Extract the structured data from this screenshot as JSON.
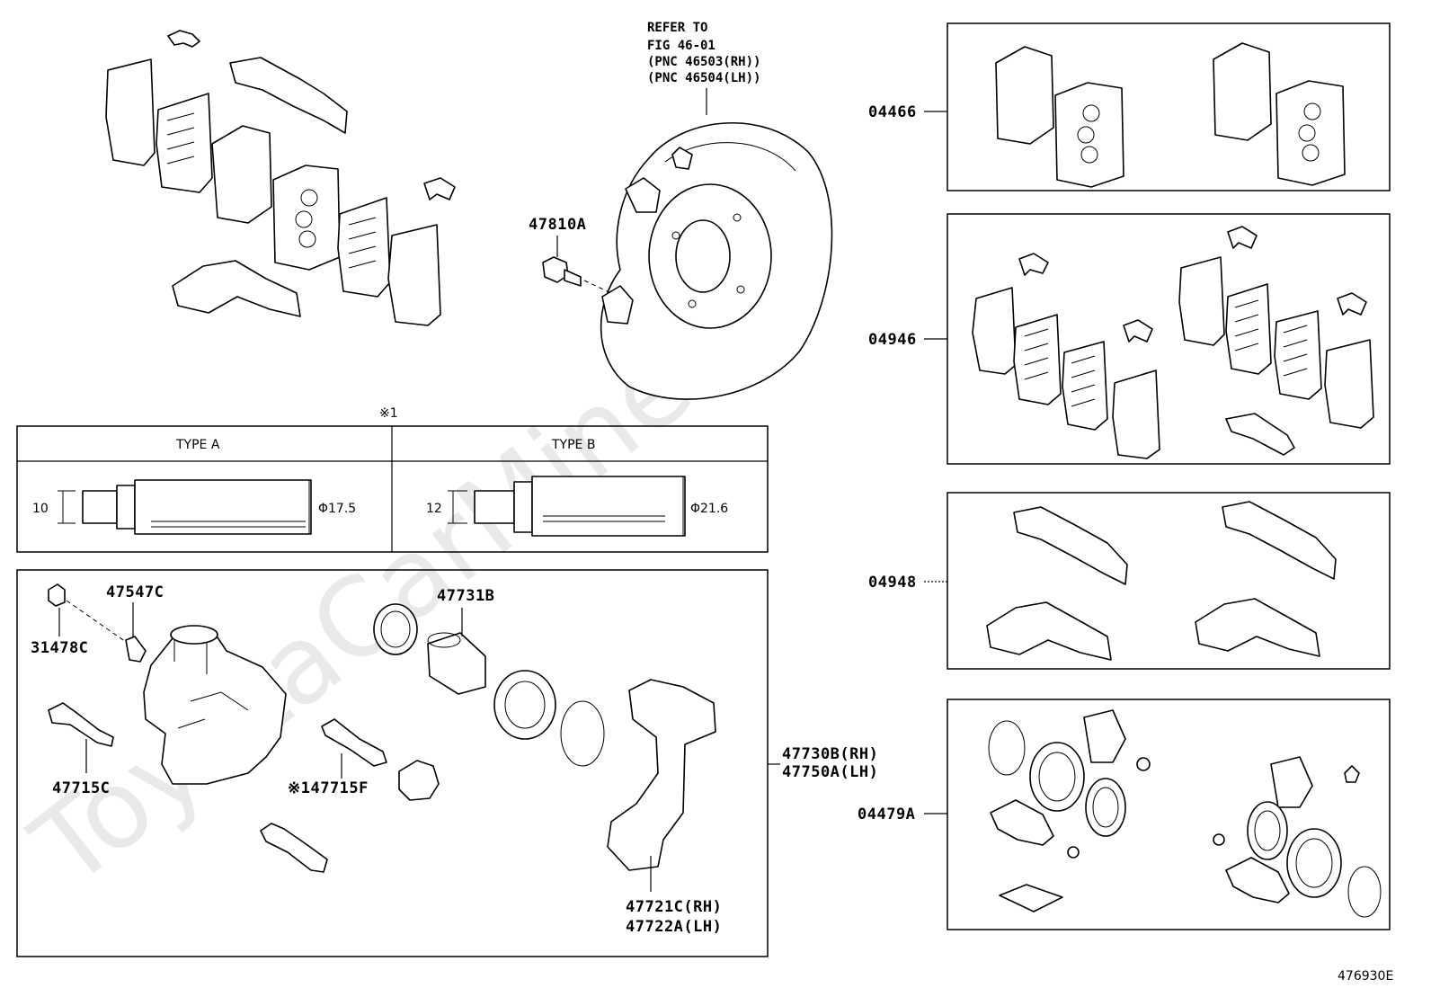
{
  "watermark": "ToyotaCarMine.ru",
  "figure_id": "476930E",
  "refer": {
    "line1": "REFER TO",
    "line2": "FIG 46-01",
    "line3": "(PNC 46503(RH))",
    "line4": "(PNC 46504(LH))"
  },
  "parts": {
    "p47810A": "47810A",
    "p04466": "04466",
    "p04946": "04946",
    "p04948": "04948",
    "p04479A": "04479A",
    "p47730B": "47730B(RH)",
    "p47750A": "47750A(LH)",
    "p47547C": "47547C",
    "p31478C": "31478C",
    "p47731B": "47731B",
    "p47715C": "47715C",
    "p47715F": "※147715F",
    "p47721C": "47721C(RH)",
    "p47722A": "47722A(LH)"
  },
  "table": {
    "note": "※1",
    "type_a": {
      "header": "TYPE A",
      "dim_left": "10",
      "dim_right": "Φ17.5"
    },
    "type_b": {
      "header": "TYPE B",
      "dim_left": "12",
      "dim_right": "Φ21.6"
    }
  }
}
